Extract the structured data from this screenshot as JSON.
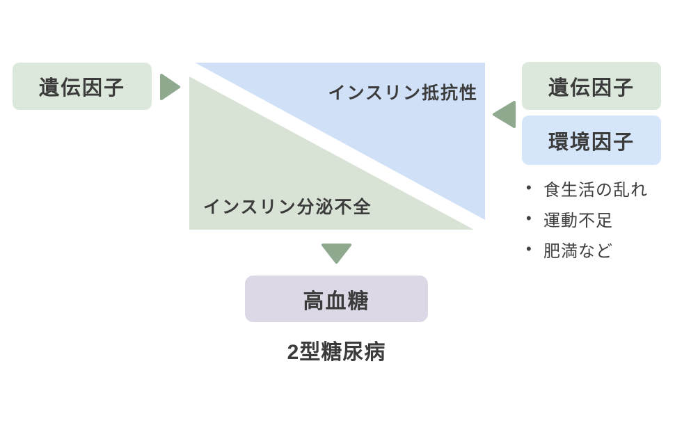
{
  "colors": {
    "card-bg": "#ffffff",
    "sage-box": "#dce8db",
    "sage-triangle": "#d8e2d5",
    "blue-box": "#d6e6fa",
    "blue-triangle": "#cfe0f7",
    "lavender-box": "#dcd8e6",
    "arrow": "#8fa98f",
    "text": "#3b3b3b"
  },
  "left_panel": {
    "genetic_label": "遺伝因子"
  },
  "triangle_diagram": {
    "top_label": "インスリン抵抗性",
    "bottom_label": "インスリン分泌不全"
  },
  "right_panel": {
    "genetic_label": "遺伝因子",
    "environment_label": "環境因子",
    "bullet_char": "•",
    "bullets": [
      "食生活の乱れ",
      "運動不足",
      "肥満など"
    ]
  },
  "outcome": {
    "hyperglycemia_label": "高血糖",
    "diagnosis_label": "2型糖尿病"
  }
}
